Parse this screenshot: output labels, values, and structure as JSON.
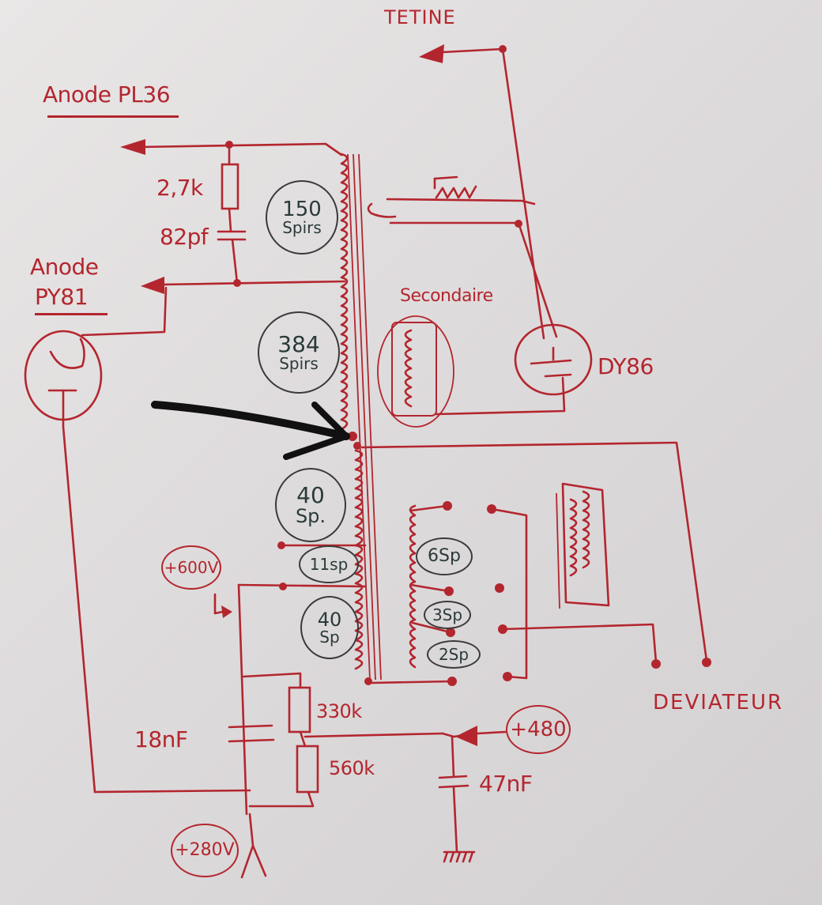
{
  "labels": {
    "tetine": "TETINE",
    "anode_pl36": "Anode PL36",
    "anode_py81_line1": "Anode",
    "anode_py81_line2": "PY81",
    "r_2k7": "2,7k",
    "c_82pf": "82pf",
    "secondaire": "Secondaire",
    "dy86": "DY86",
    "deviateur": "DEVIATEUR",
    "r_330k": "330k",
    "r_560k": "560k",
    "c_18nf": "18nF",
    "c_47nf": "47nF"
  },
  "windings": {
    "w150": [
      "150",
      "Spirs"
    ],
    "w384": [
      "384",
      "Spirs"
    ],
    "w40a": [
      "40",
      "Sp."
    ],
    "w11": [
      "11sp"
    ],
    "w40b": [
      "40",
      "Sp"
    ],
    "w6": [
      "6Sp"
    ],
    "w3": [
      "3Sp"
    ],
    "w2": [
      "2Sp"
    ]
  },
  "supplies": {
    "v600": "+600V",
    "v480": "+480",
    "v280": "+280V"
  },
  "colors": {
    "ink": "#b3262e",
    "marker": "#3a3a3a",
    "paper": "#e3e0e1",
    "arrow": "#111111"
  }
}
